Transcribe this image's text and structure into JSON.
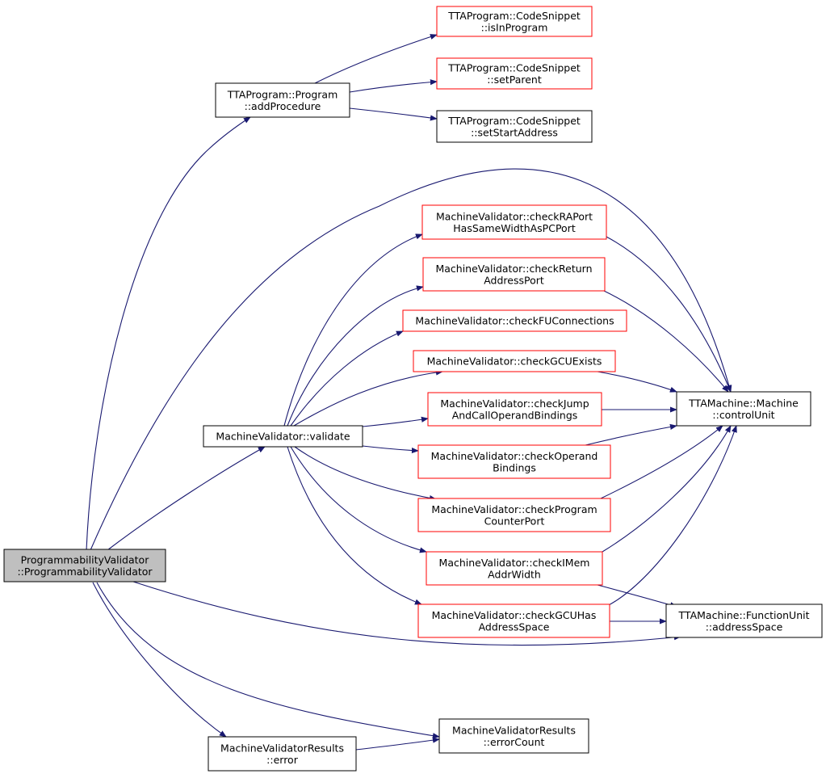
{
  "colors": {
    "edge": "#191970",
    "arrowhead": "#191970",
    "node_border_normal": "#000000",
    "node_border_linked": "#ff0000",
    "node_fill_root": "#bfbfbf",
    "node_fill": "#ffffff"
  },
  "nodes": {
    "root": {
      "lines": [
        "ProgrammabilityValidator",
        "::ProgrammabilityValidator"
      ],
      "style": "root"
    },
    "addProcedure": {
      "lines": [
        "TTAProgram::Program",
        "::addProcedure"
      ],
      "style": "normal"
    },
    "isInProgram": {
      "lines": [
        "TTAProgram::CodeSnippet",
        "::isInProgram"
      ],
      "style": "linked"
    },
    "setParent": {
      "lines": [
        "TTAProgram::CodeSnippet",
        "::setParent"
      ],
      "style": "linked"
    },
    "setStartAddress": {
      "lines": [
        "TTAProgram::CodeSnippet",
        "::setStartAddress"
      ],
      "style": "normal"
    },
    "validate": {
      "lines": [
        "MachineValidator::validate"
      ],
      "style": "normal"
    },
    "checkRAPort": {
      "lines": [
        "MachineValidator::checkRAPort",
        "HasSameWidthAsPCPort"
      ],
      "style": "linked"
    },
    "checkReturn": {
      "lines": [
        "MachineValidator::checkReturn",
        "AddressPort"
      ],
      "style": "linked"
    },
    "checkFU": {
      "lines": [
        "MachineValidator::checkFUConnections"
      ],
      "style": "linked"
    },
    "checkGCUExists": {
      "lines": [
        "MachineValidator::checkGCUExists"
      ],
      "style": "linked"
    },
    "checkJump": {
      "lines": [
        "MachineValidator::checkJump",
        "AndCallOperandBindings"
      ],
      "style": "linked"
    },
    "checkOperand": {
      "lines": [
        "MachineValidator::checkOperand",
        "Bindings"
      ],
      "style": "linked"
    },
    "checkProgram": {
      "lines": [
        "MachineValidator::checkProgram",
        "CounterPort"
      ],
      "style": "linked"
    },
    "checkIMem": {
      "lines": [
        "MachineValidator::checkIMem",
        "AddrWidth"
      ],
      "style": "linked"
    },
    "checkGCUHas": {
      "lines": [
        "MachineValidator::checkGCUHas",
        "AddressSpace"
      ],
      "style": "linked"
    },
    "controlUnit": {
      "lines": [
        "TTAMachine::Machine",
        "::controlUnit"
      ],
      "style": "normal"
    },
    "addressSpace": {
      "lines": [
        "TTAMachine::FunctionUnit",
        "::addressSpace"
      ],
      "style": "normal"
    },
    "error": {
      "lines": [
        "MachineValidatorResults",
        "::error"
      ],
      "style": "normal"
    },
    "errorCount": {
      "lines": [
        "MachineValidatorResults",
        "::errorCount"
      ],
      "style": "normal"
    }
  },
  "edges": [
    [
      "root",
      "addProcedure"
    ],
    [
      "root",
      "controlUnit"
    ],
    [
      "root",
      "validate"
    ],
    [
      "root",
      "addressSpace"
    ],
    [
      "root",
      "error"
    ],
    [
      "root",
      "errorCount"
    ],
    [
      "addProcedure",
      "isInProgram"
    ],
    [
      "addProcedure",
      "setParent"
    ],
    [
      "addProcedure",
      "setStartAddress"
    ],
    [
      "validate",
      "checkRAPort"
    ],
    [
      "validate",
      "checkReturn"
    ],
    [
      "validate",
      "checkFU"
    ],
    [
      "validate",
      "checkGCUExists"
    ],
    [
      "validate",
      "checkJump"
    ],
    [
      "validate",
      "checkOperand"
    ],
    [
      "validate",
      "checkProgram"
    ],
    [
      "validate",
      "checkIMem"
    ],
    [
      "validate",
      "checkGCUHas"
    ],
    [
      "checkRAPort",
      "controlUnit"
    ],
    [
      "checkReturn",
      "controlUnit"
    ],
    [
      "checkGCUExists",
      "controlUnit"
    ],
    [
      "checkJump",
      "controlUnit"
    ],
    [
      "checkOperand",
      "controlUnit"
    ],
    [
      "checkProgram",
      "controlUnit"
    ],
    [
      "checkIMem",
      "controlUnit"
    ],
    [
      "checkIMem",
      "addressSpace"
    ],
    [
      "checkGCUHas",
      "controlUnit"
    ],
    [
      "checkGCUHas",
      "addressSpace"
    ],
    [
      "error",
      "errorCount"
    ]
  ]
}
